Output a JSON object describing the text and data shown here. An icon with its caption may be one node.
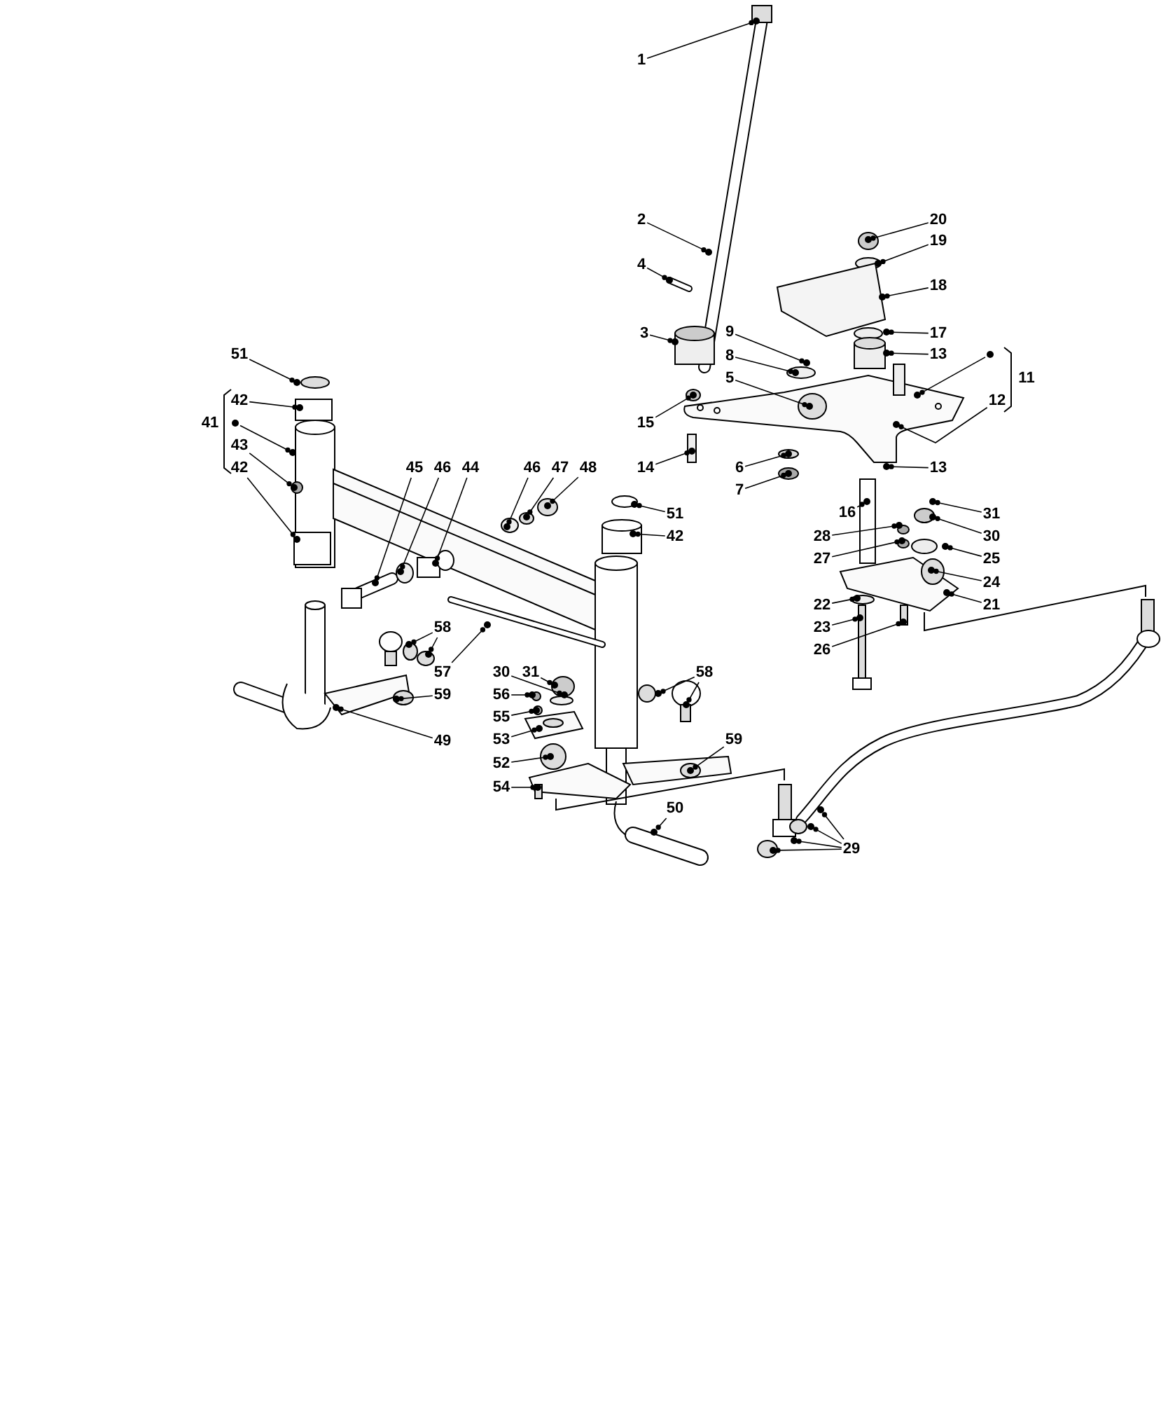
{
  "diagram": {
    "nodes": [
      {
        "text": [
          "1"
        ]
      },
      {
        "text": [
          "2"
        ]
      },
      {
        "text": [
          "20"
        ]
      },
      {
        "text": [
          "19"
        ]
      },
      {
        "text": [
          "4"
        ]
      },
      {
        "text": [
          "18"
        ]
      },
      {
        "text": [
          "3"
        ]
      },
      {
        "text": [
          "9"
        ]
      },
      {
        "text": [
          "17"
        ]
      },
      {
        "text": [
          "13"
        ]
      },
      {
        "text": [
          "51"
        ]
      },
      {
        "text": [],
        "shape": "circle"
      },
      {
        "text": [
          "8"
        ]
      },
      {
        "text": [
          "5"
        ]
      },
      {
        "text": [
          "42"
        ]
      },
      {
        "text": [
          "12"
        ]
      },
      {
        "text": [],
        "shape": "circle"
      },
      {
        "text": [
          "15"
        ]
      },
      {
        "text": [
          "43"
        ]
      },
      {
        "text": [
          "42"
        ]
      },
      {
        "text": [
          "45"
        ]
      },
      {
        "text": [
          "46"
        ]
      },
      {
        "text": [
          "44"
        ]
      },
      {
        "text": [
          "46"
        ]
      },
      {
        "text": [
          "47"
        ]
      },
      {
        "text": [
          "48"
        ]
      },
      {
        "text": [
          "14"
        ]
      },
      {
        "text": [
          "6"
        ]
      },
      {
        "text": [
          "13"
        ]
      },
      {
        "text": [
          "7"
        ]
      },
      {
        "text": [
          "16"
        ]
      },
      {
        "text": [
          "51"
        ]
      },
      {
        "text": [
          "31"
        ]
      },
      {
        "text": [
          "42"
        ]
      },
      {
        "text": [
          "28"
        ]
      },
      {
        "text": [
          "30"
        ]
      },
      {
        "text": [
          "27"
        ]
      },
      {
        "text": [
          "25"
        ]
      },
      {
        "text": [
          "24"
        ]
      },
      {
        "text": [
          "22"
        ]
      },
      {
        "text": [
          "21"
        ]
      },
      {
        "text": [
          "23"
        ]
      },
      {
        "text": [
          "58"
        ]
      },
      {
        "text": [
          "26"
        ]
      },
      {
        "text": [
          "57"
        ]
      },
      {
        "text": [
          "30"
        ]
      },
      {
        "text": [
          "31"
        ]
      },
      {
        "text": [
          "58"
        ]
      },
      {
        "text": [
          "59"
        ]
      },
      {
        "text": [
          "56"
        ]
      },
      {
        "text": [
          "55"
        ]
      },
      {
        "text": [
          "49"
        ]
      },
      {
        "text": [
          "53"
        ]
      },
      {
        "text": [
          "59"
        ]
      },
      {
        "text": [
          "52"
        ]
      },
      {
        "text": [
          "54"
        ]
      },
      {
        "text": [
          "50"
        ]
      },
      {
        "text": [
          "29"
        ]
      },
      {
        "text": [],
        "shape": "circle"
      },
      {
        "text": [],
        "shape": "circle"
      },
      {
        "text": [],
        "shape": "circle"
      },
      {
        "text": [],
        "shape": "circle"
      },
      {
        "text": [],
        "shape": "circle"
      },
      {
        "text": [],
        "shape": "circle"
      },
      {
        "text": [],
        "shape": "circle"
      },
      {
        "text": [],
        "shape": "circle"
      },
      {
        "text": [],
        "shape": "circle"
      },
      {
        "text": [],
        "shape": "circle"
      },
      {
        "text": [],
        "shape": "circle"
      },
      {
        "text": [],
        "shape": "circle"
      },
      {
        "text": [],
        "shape": "circle"
      },
      {
        "text": [],
        "shape": "circle"
      },
      {
        "text": [],
        "shape": "circle"
      },
      {
        "text": [],
        "shape": "circle"
      },
      {
        "text": [],
        "shape": "circle"
      },
      {
        "text": [],
        "shape": "circle"
      },
      {
        "text": [],
        "shape": "circle"
      },
      {
        "text": [],
        "shape": "circle"
      },
      {
        "text": [],
        "shape": "circle"
      },
      {
        "text": [],
        "shape": "circle"
      },
      {
        "text": [],
        "shape": "circle"
      },
      {
        "text": [],
        "shape": "circle"
      },
      {
        "text": [],
        "shape": "circle"
      },
      {
        "text": [],
        "shape": "circle"
      },
      {
        "text": [],
        "shape": "circle"
      },
      {
        "text": [],
        "shape": "circle"
      },
      {
        "text": [],
        "shape": "circle"
      },
      {
        "text": [],
        "shape": "circle"
      },
      {
        "text": [],
        "shape": "circle"
      },
      {
        "text": [],
        "shape": "circle"
      },
      {
        "text": [],
        "shape": "circle"
      },
      {
        "text": [],
        "shape": "circle"
      },
      {
        "text": [],
        "shape": "circle"
      },
      {
        "text": [],
        "shape": "circle"
      },
      {
        "text": [],
        "shape": "circle"
      },
      {
        "text": [],
        "shape": "circle"
      },
      {
        "text": [],
        "shape": "circle"
      },
      {
        "text": [],
        "shape": "circle"
      },
      {
        "text": [],
        "shape": "circle"
      },
      {
        "text": [],
        "shape": "circle"
      },
      {
        "text": [],
        "shape": "circle"
      },
      {
        "text": [],
        "shape": "circle"
      },
      {
        "text": [],
        "shape": "circle"
      },
      {
        "text": [],
        "shape": "circle"
      },
      {
        "text": [],
        "shape": "circle"
      },
      {
        "text": [],
        "shape": "circle"
      },
      {
        "text": [],
        "shape": "circle"
      },
      {
        "text": [],
        "shape": "circle"
      },
      {
        "text": [],
        "shape": "circle"
      },
      {
        "text": [],
        "shape": "circle"
      },
      {
        "text": [],
        "shape": "circle"
      },
      {
        "text": [],
        "shape": "circle"
      },
      {
        "text": [],
        "shape": "circle"
      },
      {
        "text": [],
        "shape": "circle"
      },
      {
        "text": [],
        "shape": "circle"
      },
      {
        "text": [],
        "shape": "circle"
      },
      {
        "text": [],
        "shape": "circle"
      },
      {
        "text": [],
        "shape": "circle"
      },
      {
        "text": [],
        "shape": "circle"
      },
      {
        "text": [],
        "shape": "circle"
      },
      {
        "text": [],
        "shape": "circle"
      }
    ],
    "edges": [
      {
        "from": 0,
        "to": 58,
        "arrow": "other"
      },
      {
        "from": 1,
        "to": 59,
        "arrow": "other"
      },
      {
        "from": 2,
        "to": 60,
        "arrow": "other"
      },
      {
        "from": 3,
        "to": 61,
        "arrow": "other"
      },
      {
        "from": 4,
        "to": 62,
        "arrow": "other"
      },
      {
        "from": 5,
        "to": 63,
        "arrow": "other"
      },
      {
        "from": 6,
        "to": 64,
        "arrow": "other"
      },
      {
        "from": 7,
        "to": 65,
        "arrow": "other"
      },
      {
        "from": 8,
        "to": 66,
        "arrow": "other"
      },
      {
        "from": 9,
        "to": 67,
        "arrow": "other"
      },
      {
        "from": 10,
        "to": 68,
        "arrow": "other"
      },
      {
        "from": 11,
        "to": 69,
        "arrow": "other"
      },
      {
        "from": 12,
        "to": 70,
        "arrow": "other"
      },
      {
        "from": 13,
        "to": 71,
        "arrow": "other"
      },
      {
        "from": 14,
        "to": 72,
        "arrow": "other"
      },
      {
        "from": 15,
        "to": 73,
        "arrow": "other"
      },
      {
        "from": 16,
        "to": 74,
        "arrow": "other"
      },
      {
        "from": 17,
        "to": 75,
        "arrow": "other"
      },
      {
        "from": 18,
        "to": 76,
        "arrow": "other"
      },
      {
        "from": 19,
        "to": 77,
        "arrow": "other"
      },
      {
        "from": 20,
        "to": 78,
        "arrow": "other"
      },
      {
        "from": 21,
        "to": 79,
        "arrow": "other"
      },
      {
        "from": 22,
        "to": 80,
        "arrow": "other"
      },
      {
        "from": 23,
        "to": 81,
        "arrow": "other"
      },
      {
        "from": 24,
        "to": 82,
        "arrow": "other"
      },
      {
        "from": 25,
        "to": 83,
        "arrow": "other"
      },
      {
        "from": 26,
        "to": 84,
        "arrow": "other"
      },
      {
        "from": 27,
        "to": 85,
        "arrow": "other"
      },
      {
        "from": 28,
        "to": 86,
        "arrow": "other"
      },
      {
        "from": 29,
        "to": 87,
        "arrow": "other"
      },
      {
        "from": 30,
        "to": 88,
        "arrow": "other"
      },
      {
        "from": 31,
        "to": 89,
        "arrow": "other"
      },
      {
        "from": 32,
        "to": 90,
        "arrow": "other"
      },
      {
        "from": 33,
        "to": 91,
        "arrow": "other"
      },
      {
        "from": 34,
        "to": 92,
        "arrow": "other"
      },
      {
        "from": 35,
        "to": 93,
        "arrow": "other"
      },
      {
        "from": 36,
        "to": 94,
        "arrow": "other"
      },
      {
        "from": 37,
        "to": 95,
        "arrow": "other"
      },
      {
        "from": 38,
        "to": 96,
        "arrow": "other"
      },
      {
        "from": 39,
        "to": 97,
        "arrow": "other"
      },
      {
        "from": 40,
        "to": 98,
        "arrow": "other"
      },
      {
        "from": 41,
        "to": 99,
        "arrow": "other"
      },
      {
        "from": 42,
        "to": 100,
        "arrow": "other"
      },
      {
        "from": 42,
        "to": 101,
        "arrow": "other"
      },
      {
        "from": 43,
        "to": 102,
        "arrow": "other"
      },
      {
        "from": 44,
        "to": 103,
        "arrow": "other"
      },
      {
        "from": 45,
        "to": 104,
        "arrow": "other"
      },
      {
        "from": 46,
        "to": 105,
        "arrow": "other"
      },
      {
        "from": 47,
        "to": 106,
        "arrow": "other"
      },
      {
        "from": 47,
        "to": 107,
        "arrow": "other"
      },
      {
        "from": 48,
        "to": 108,
        "arrow": "other"
      },
      {
        "from": 49,
        "to": 109,
        "arrow": "other"
      },
      {
        "from": 50,
        "to": 110,
        "arrow": "other"
      },
      {
        "from": 51,
        "to": 111,
        "arrow": "other"
      },
      {
        "from": 52,
        "to": 112,
        "arrow": "other"
      },
      {
        "from": 53,
        "to": 113,
        "arrow": "other"
      },
      {
        "from": 54,
        "to": 114,
        "arrow": "other"
      },
      {
        "from": 55,
        "to": 115,
        "arrow": "other"
      },
      {
        "from": 56,
        "to": 116,
        "arrow": "other"
      },
      {
        "from": 57,
        "to": 117,
        "arrow": "other"
      },
      {
        "from": 57,
        "to": 118,
        "arrow": "other"
      },
      {
        "from": 57,
        "to": 119,
        "arrow": "other"
      },
      {
        "from": 57,
        "to": 120,
        "arrow": "other"
      }
    ],
    "labels": [
      "11",
      "41"
    ]
  }
}
